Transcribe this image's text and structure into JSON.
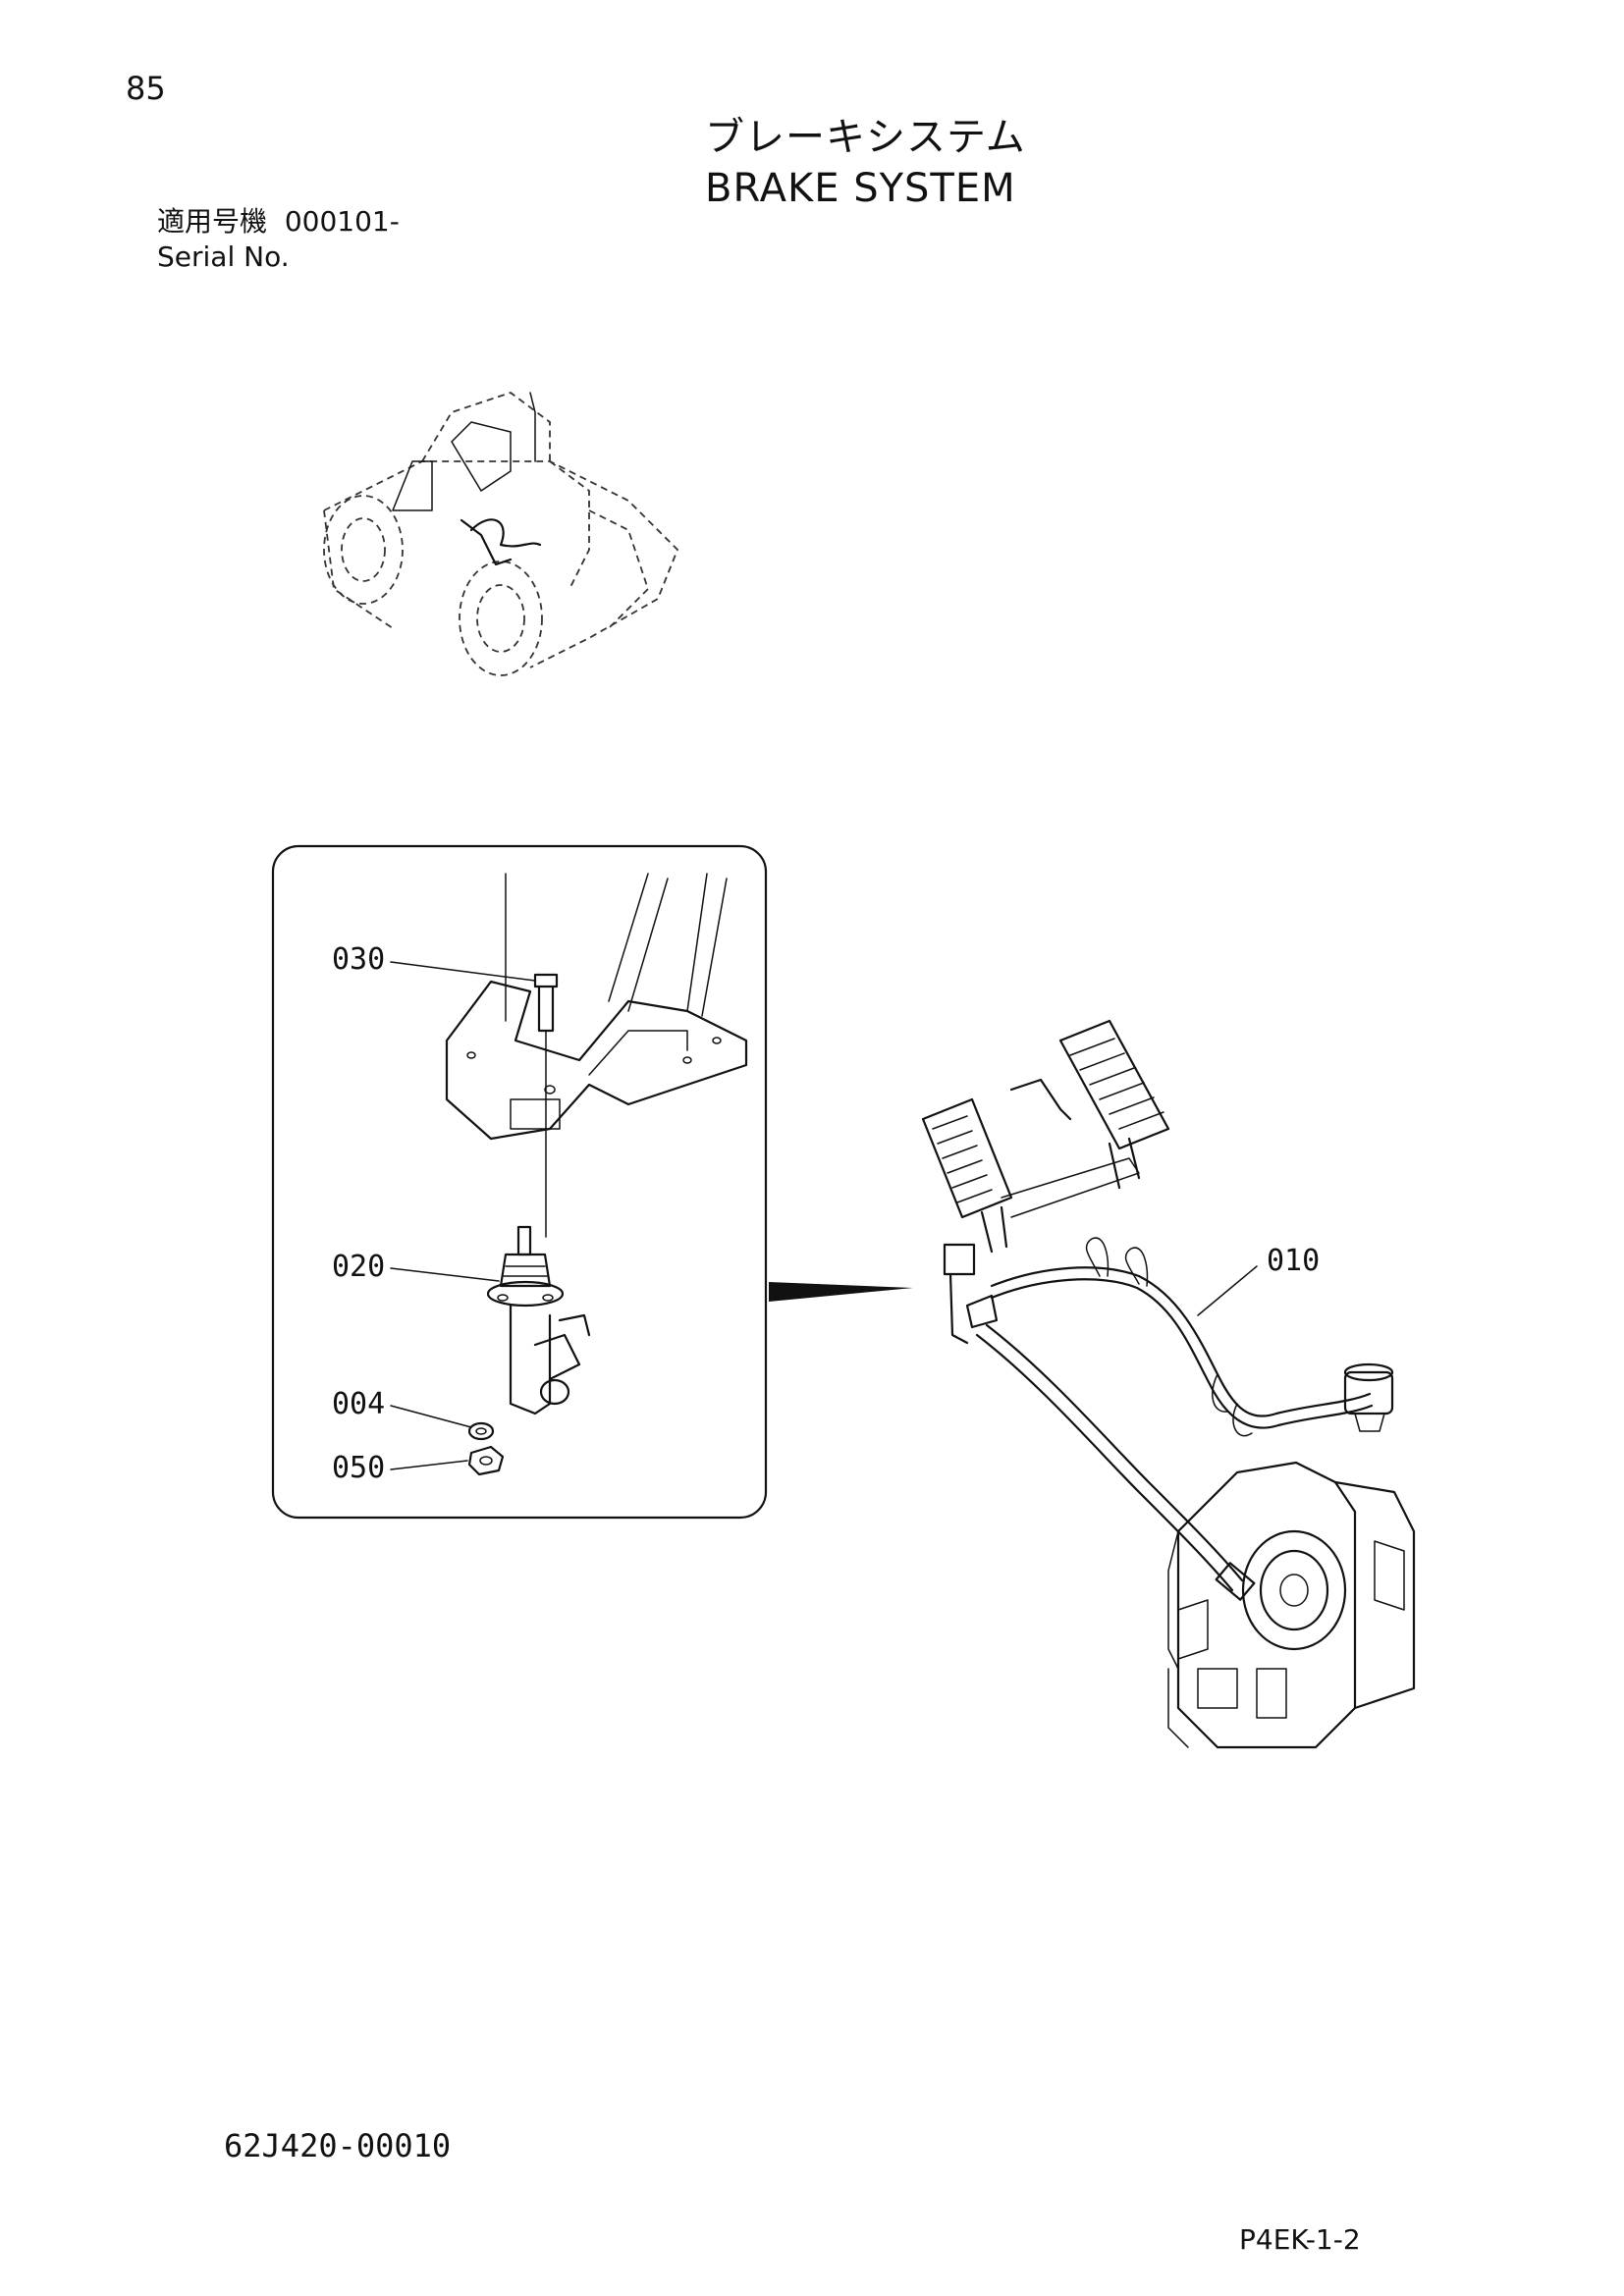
{
  "page": {
    "number": "85",
    "title_ja": "ブレーキシステム",
    "title_en": "BRAKE SYSTEM",
    "serial_label_ja": "適用号機",
    "serial_value": "000101-",
    "serial_label_en": "Serial No.",
    "drawing_number": "62J420-00010",
    "page_code": "P4EK-1-2"
  },
  "callouts": [
    {
      "id": "c030",
      "label": "030"
    },
    {
      "id": "c020",
      "label": "020"
    },
    {
      "id": "c004",
      "label": "004"
    },
    {
      "id": "c050",
      "label": "050"
    },
    {
      "id": "c010",
      "label": "010"
    }
  ],
  "figures": {
    "overview": "machine-overview-illustration",
    "detail": "brake-switch-detail-illustration",
    "assembly": "brake-pedal-harness-illustration"
  }
}
